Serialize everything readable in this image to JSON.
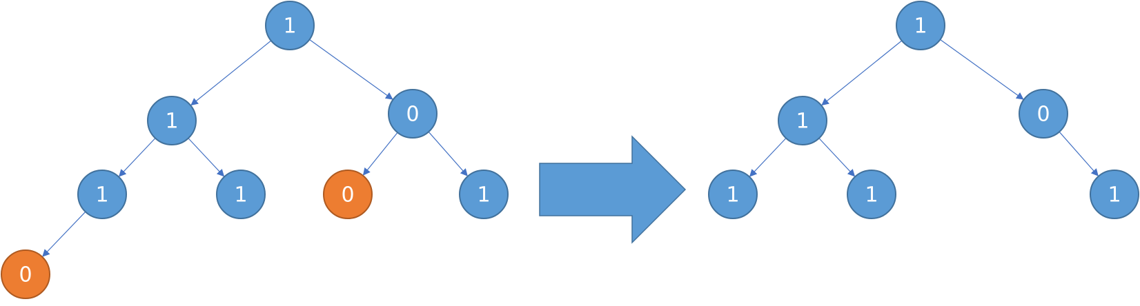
{
  "colors": {
    "node_fill_blue": "#5b9bd5",
    "node_fill_orange": "#ed7d31",
    "edge": "#4472c4",
    "arrow_fill": "#5b9bd5"
  },
  "trees": [
    {
      "id": "before",
      "nodes": [
        {
          "id": "b-root",
          "label": "1",
          "color": "blue"
        },
        {
          "id": "b-l",
          "label": "1",
          "color": "blue"
        },
        {
          "id": "b-r",
          "label": "0",
          "color": "blue"
        },
        {
          "id": "b-ll",
          "label": "1",
          "color": "blue"
        },
        {
          "id": "b-lr",
          "label": "1",
          "color": "blue"
        },
        {
          "id": "b-rl",
          "label": "0",
          "color": "orange"
        },
        {
          "id": "b-rr",
          "label": "1",
          "color": "blue"
        },
        {
          "id": "b-lll",
          "label": "0",
          "color": "orange"
        }
      ],
      "edges": [
        [
          "b-root",
          "b-l"
        ],
        [
          "b-root",
          "b-r"
        ],
        [
          "b-l",
          "b-ll"
        ],
        [
          "b-l",
          "b-lr"
        ],
        [
          "b-r",
          "b-rl"
        ],
        [
          "b-r",
          "b-rr"
        ],
        [
          "b-ll",
          "b-lll"
        ]
      ]
    },
    {
      "id": "after",
      "nodes": [
        {
          "id": "a-root",
          "label": "1",
          "color": "blue"
        },
        {
          "id": "a-l",
          "label": "1",
          "color": "blue"
        },
        {
          "id": "a-r",
          "label": "0",
          "color": "blue"
        },
        {
          "id": "a-ll",
          "label": "1",
          "color": "blue"
        },
        {
          "id": "a-lr",
          "label": "1",
          "color": "blue"
        },
        {
          "id": "a-rr",
          "label": "1",
          "color": "blue"
        }
      ],
      "edges": [
        [
          "a-root",
          "a-l"
        ],
        [
          "a-root",
          "a-r"
        ],
        [
          "a-l",
          "a-ll"
        ],
        [
          "a-l",
          "a-lr"
        ],
        [
          "a-r",
          "a-rr"
        ]
      ]
    }
  ]
}
